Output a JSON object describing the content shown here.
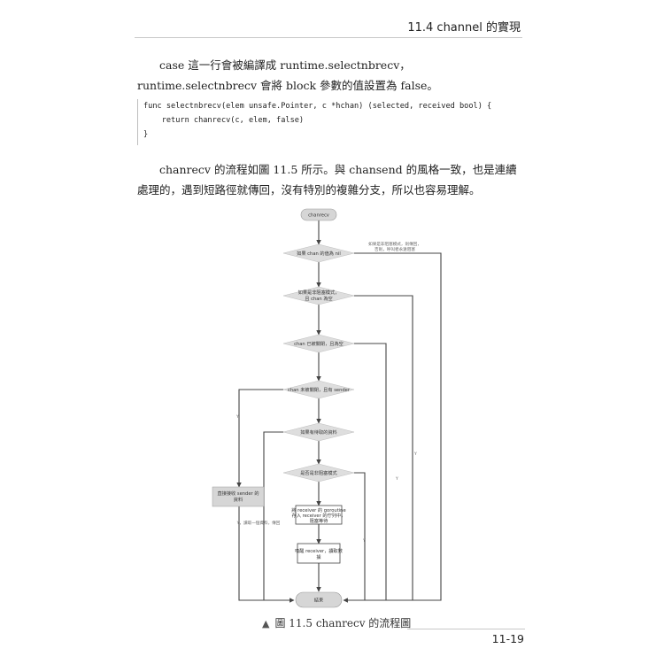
{
  "header": {
    "title": "11.4  channel 的實現",
    "page_number": "11-19"
  },
  "paragraphs": {
    "p1": "case 這一行會被編譯成 runtime.selectnbrecv，runtime.selectnbrecv 會將 block 參數的值設置為 false。",
    "p2": "chanrecv 的流程如圖 11.5 所示。與 chansend 的風格一致，也是連續處理的，遇到短路徑就傳回，沒有特別的複雜分支，所以也容易理解。"
  },
  "code": {
    "line1": "func selectnbrecv(elem unsafe.Pointer, c *hchan) (selected, received bool) {",
    "line2": "    return chanrecv(c, elem, false)",
    "line3": "}"
  },
  "flowchart": {
    "start": "chanrecv",
    "d1": "如果 chan 的值為 nil",
    "d2_line1": "如果是非阻塞模式，",
    "d2_line2": "且 chan 為空",
    "d3": "chan 已被關閉，且為空",
    "d4": "chan 未被關閉，且有 sender",
    "d5": "如果有待取的資料",
    "d6": "是否是非阻塞模式",
    "box_direct_line1": "直接接收 sender 的",
    "box_direct_line2": "資料",
    "box_enqueue_line1": "將 receiver 的 goroutine",
    "box_enqueue_line2": "存入 receiver 的佇列中，",
    "box_enqueue_line3": "阻塞等待",
    "box_wake_line1": "喚醒 receiver，讀取數",
    "box_wake_line2": "據",
    "end": "結束",
    "note_top_line1": "如果是非阻塞模式，則傳回，",
    "note_top_line2": "否則，呼叫者永遠阻塞",
    "note_left": "Y，讀取一個資料，傳回",
    "label_y": "Y",
    "colors": {
      "diamond": "#dedede",
      "box": "#d6d6d6",
      "line": "#444444"
    }
  },
  "caption": {
    "marker": "▲",
    "text": "圖 11.5  chanrecv 的流程圖"
  }
}
